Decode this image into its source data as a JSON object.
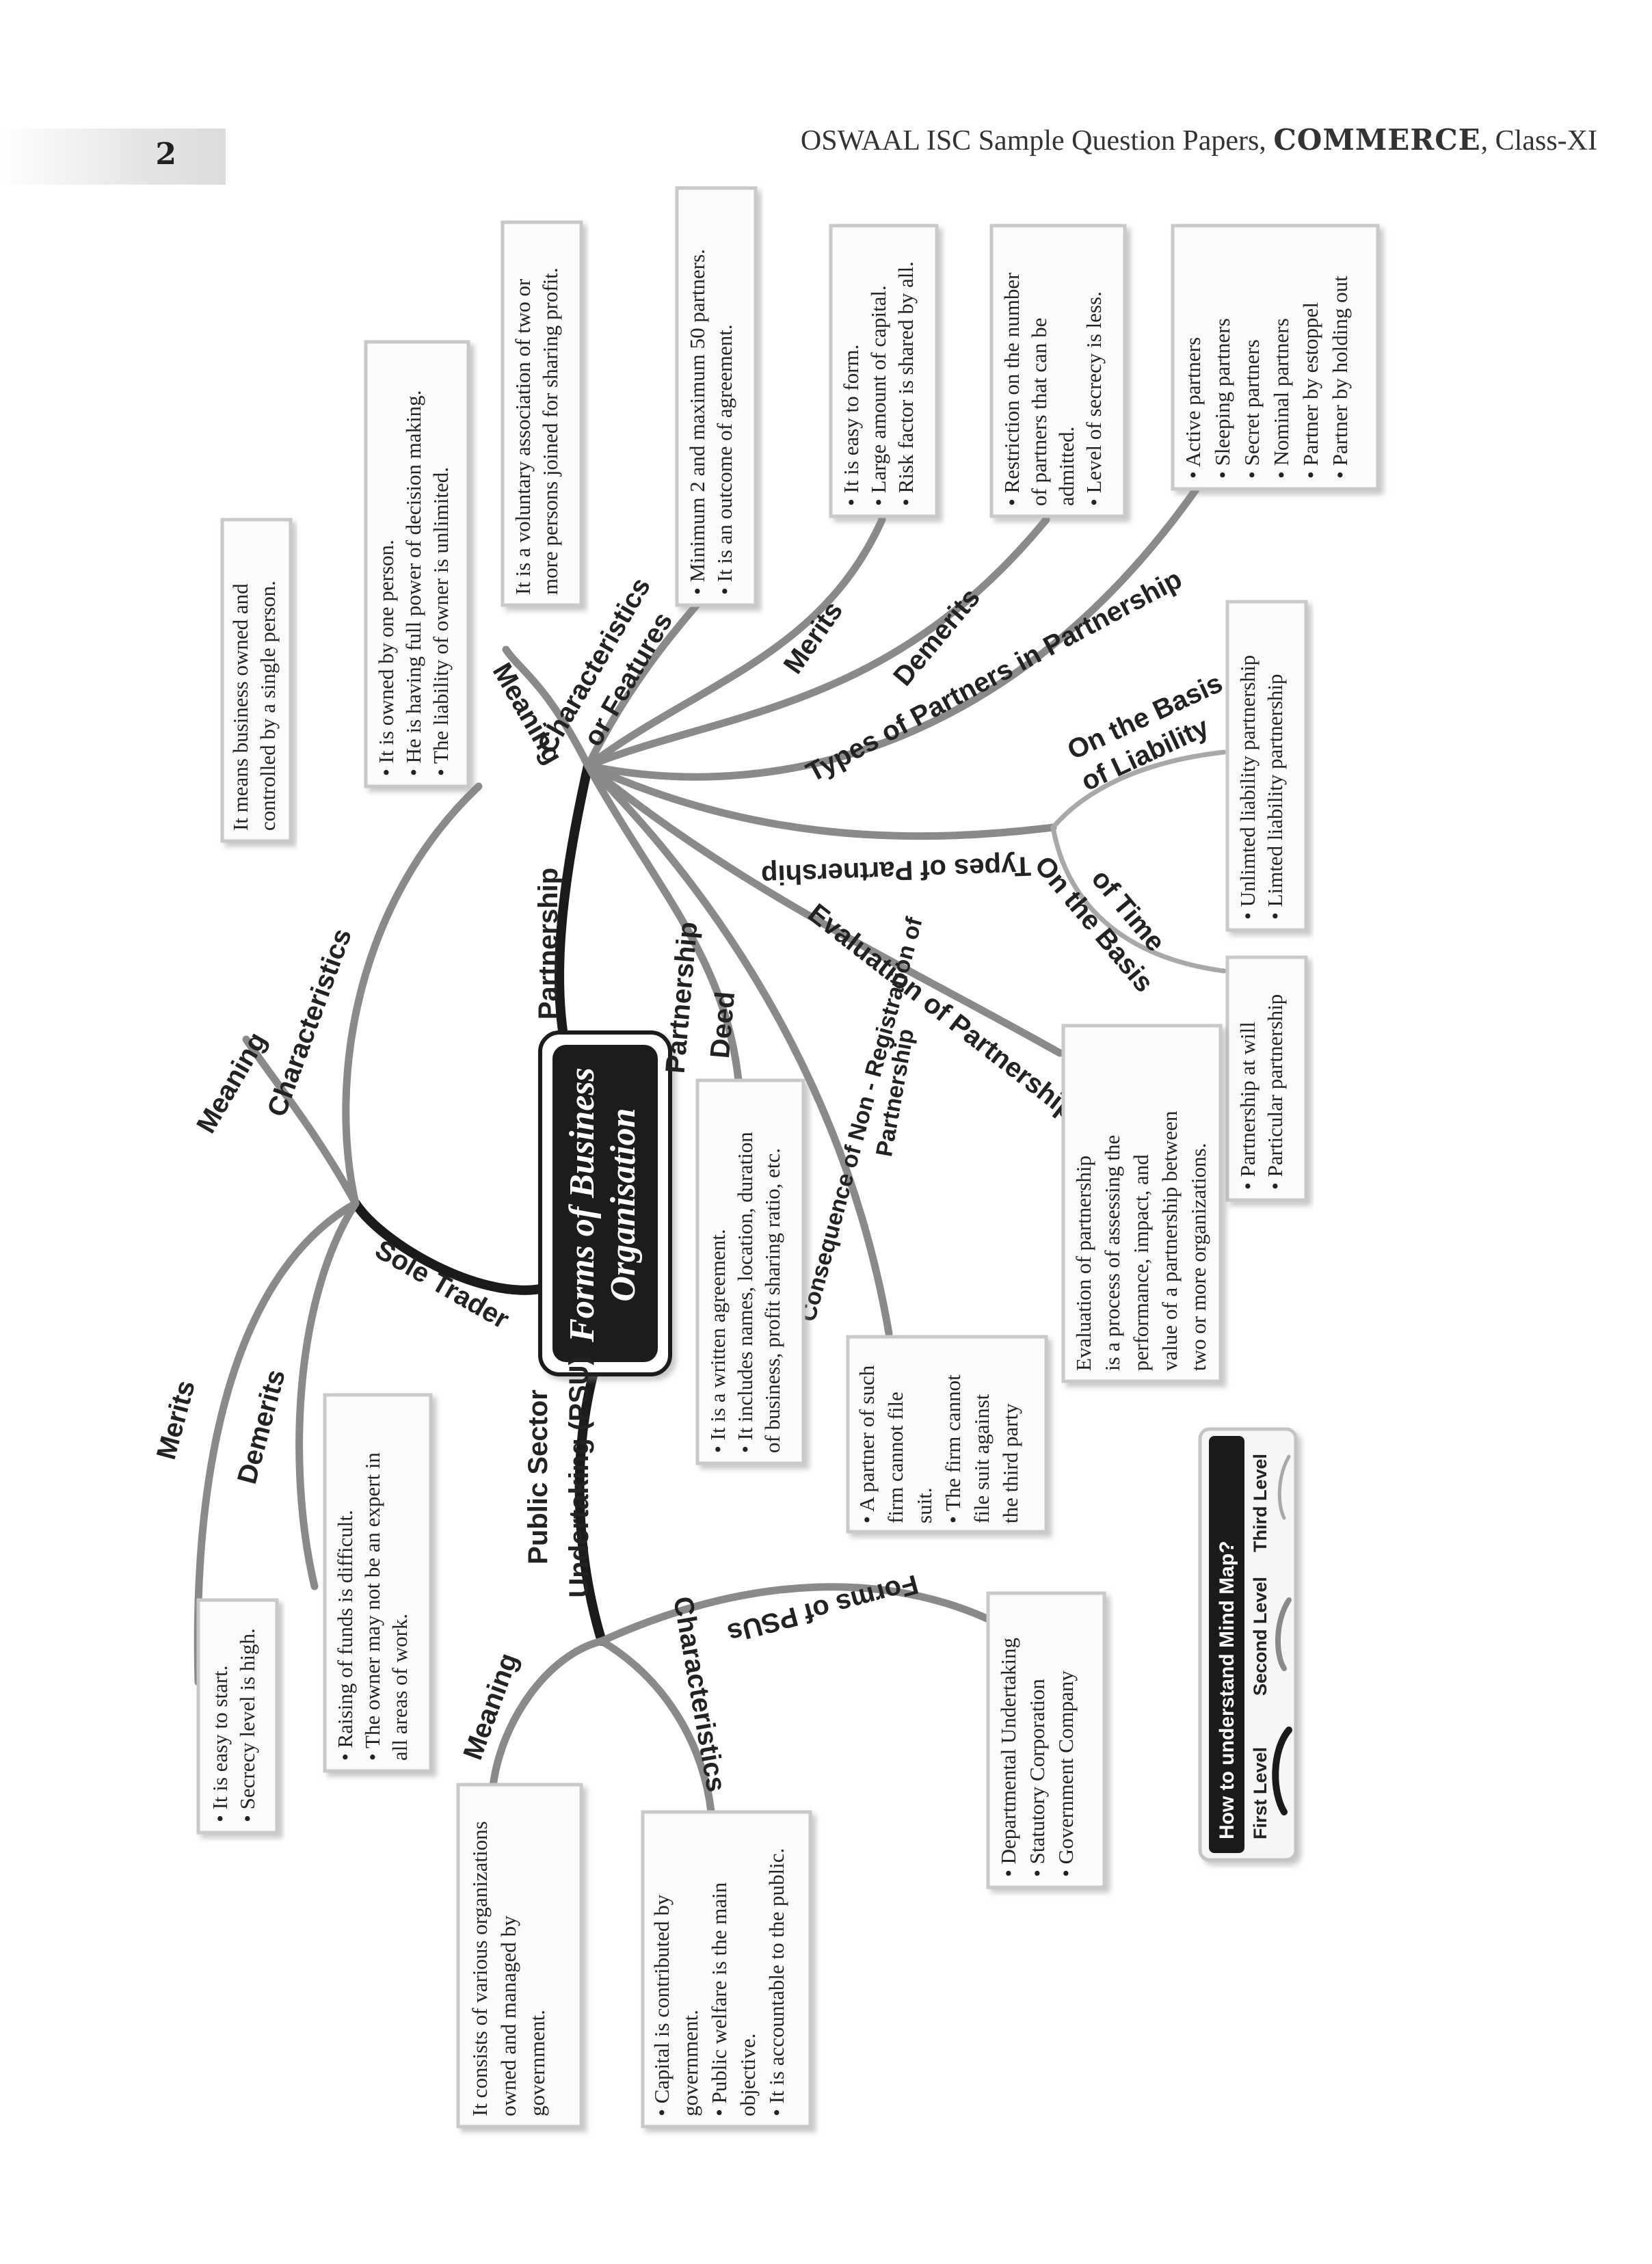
{
  "page_number": "2",
  "header": {
    "prefix": "OSWAAL ISC Sample Question Papers, ",
    "subject": "COMMERCE",
    "suffix": ", Class-XI"
  },
  "central": {
    "line1": "Forms of Business",
    "line2": "Organisation"
  },
  "branches": {
    "sole_trader": "Sole Trader",
    "partnership": "Partnership",
    "psu_line1": "Public Sector",
    "psu_line2": "Undertaking (PSU)"
  },
  "sole_trader": {
    "meaning_label": "Meaning",
    "meaning_text": [
      "It means business owned and",
      "controlled by a single person."
    ],
    "characteristics_label": "Characteristics",
    "characteristics_items": [
      "• It is owned by one person.",
      "• He is having full power of decision making.",
      "• The liability of owner is unlimited."
    ],
    "merits_label": "Merits",
    "merits_items": [
      "• It is easy to start.",
      "• Secrecy level is high."
    ],
    "demerits_label": "Demerits",
    "demerits_items": [
      "• Raising of funds is difficult.",
      "• The owner may not be an expert in",
      "all areas of work."
    ]
  },
  "partnership": {
    "meaning_label": "Meaning",
    "meaning_text": [
      "It is a voluntary association of two or",
      "more persons joined for sharing profit."
    ],
    "characteristics_label1": "Characteristics",
    "characteristics_label2": "or Features",
    "characteristics_items": [
      "• Minimum 2 and maximum  50 partners.",
      "• It is an outcome of agreement."
    ],
    "merits_label": "Merits",
    "merits_items": [
      "• It is easy to form.",
      "• Large amount of capital.",
      "• Risk factor is shared by all."
    ],
    "demerits_label": "Demerits",
    "demerits_items": [
      "• Restriction on the number",
      "of partners that can be",
      "admitted.",
      "• Level of secrecy is less."
    ],
    "types_of_partners_label": "Types of Partners in Partnership",
    "types_of_partners_items": [
      "• Active partners",
      "• Sleeping partners",
      "• Secret partners",
      "• Nominal partners",
      "• Partner by estoppel",
      "• Partner by holding out"
    ],
    "types_of_partnership_label": "Types of Partnership",
    "liability_label1": "On the Basis",
    "liability_label2": "of Liability",
    "liability_items": [
      "• Unlimted liability partnership",
      "• Limted liability partnership"
    ],
    "time_label1": "On the Basis",
    "time_label2": "of Time",
    "time_items": [
      "• Partnership at will",
      "• Particular partnership"
    ],
    "evaluation_label": "Evaluation of Partnership",
    "evaluation_text": [
      "Evaluation of partnership",
      "is a process of assessing the",
      "performance, impact, and",
      "value of a partnership between",
      "two or more organizations."
    ],
    "consequence_label1": "Consequence of Non - Registration of",
    "consequence_label2": "Partnership",
    "consequence_items": [
      "• A partner of such",
      "firm cannot file",
      "suit.",
      "• The firm cannot",
      "file suit against",
      "the third party"
    ],
    "deed_label1": "Partnership",
    "deed_label2": "Deed",
    "deed_items": [
      "• It is a written agreement.",
      "• It includes names, location, duration",
      "of business, profit sharing ratio, etc."
    ]
  },
  "psu": {
    "meaning_label": "Meaning",
    "meaning_text": [
      "It consists of various organizations",
      "owned and managed by",
      "government."
    ],
    "characteristics_label": "Characteristics",
    "characteristics_items": [
      "• Capital is contributed by",
      "government.",
      "• Public welfare is the main",
      "objective.",
      "• It is accountable to the public."
    ],
    "forms_label": "Forms of PSUs",
    "forms_items": [
      "• Departmental Undertaking",
      "• Statutory Corporation",
      "• Government Company"
    ]
  },
  "legend": {
    "title": "How to understand Mind Map?",
    "first": "First Level",
    "second": "Second Level",
    "third": "Third Level"
  }
}
